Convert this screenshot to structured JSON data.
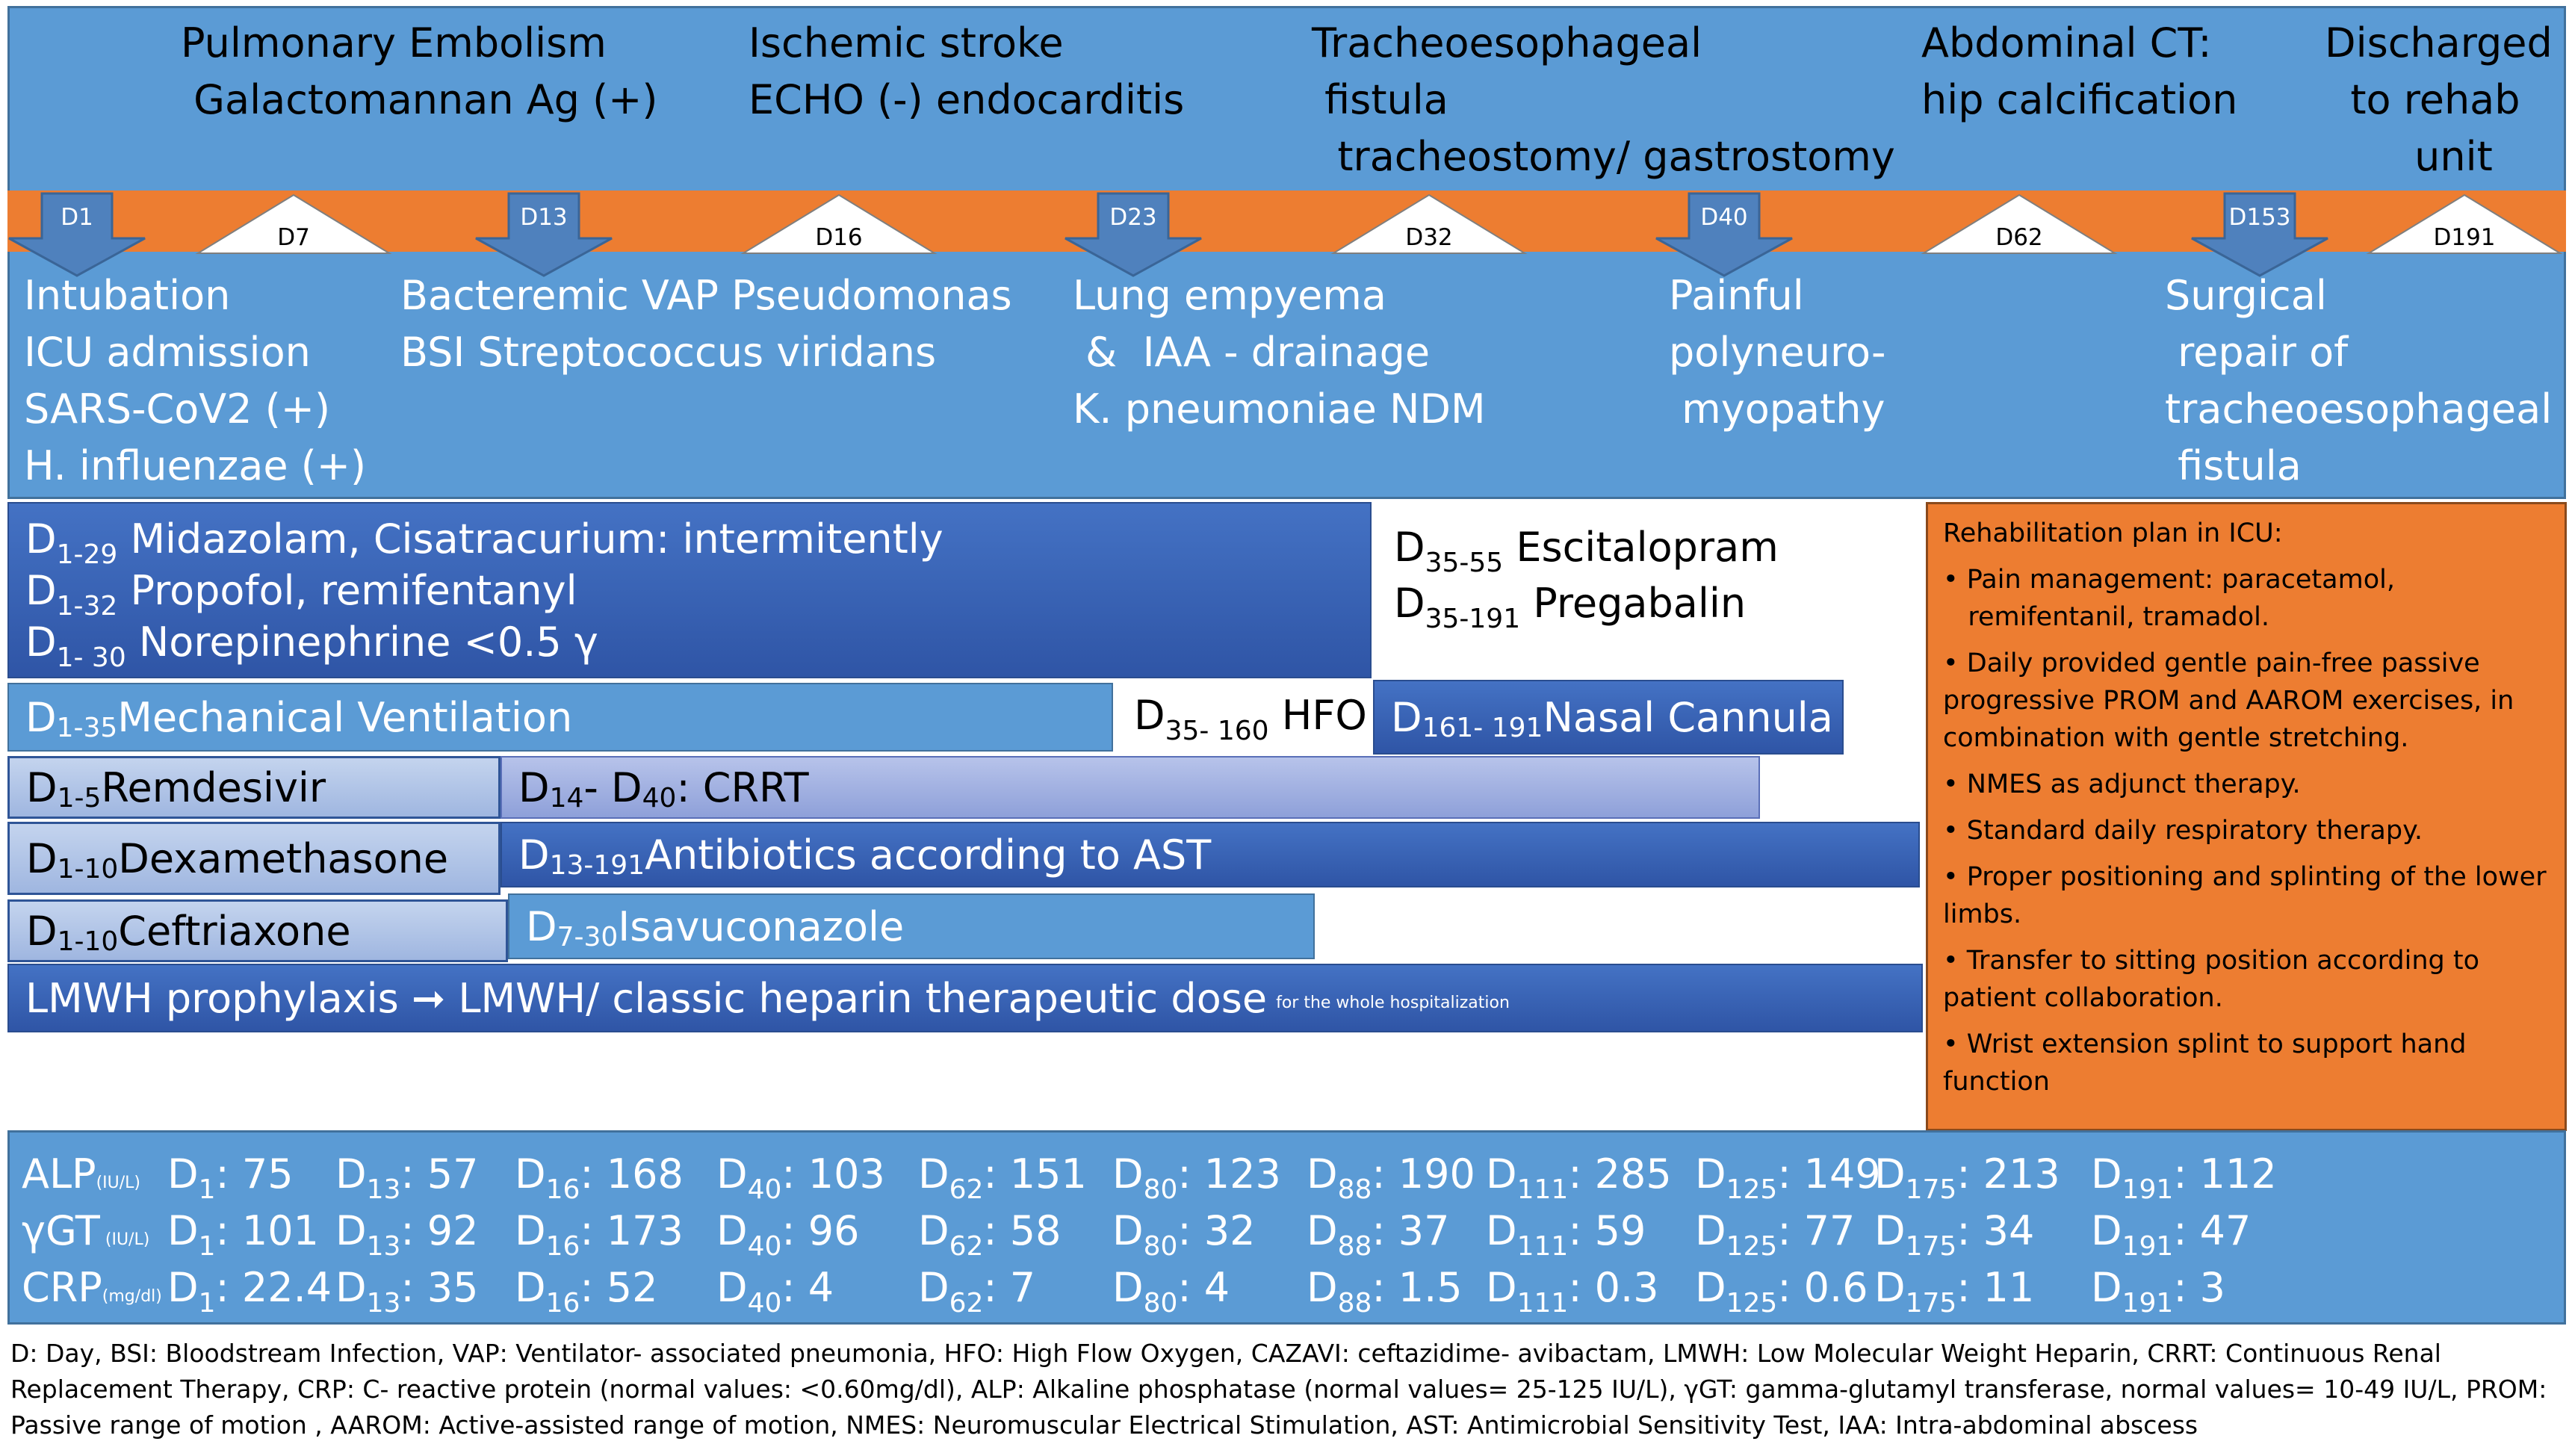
{
  "timeline": {
    "top_events": [
      {
        "text": "Pulmonary Embolism\n Galactomannan Ag (+)"
      },
      {
        "text": "Ischemic stroke\nECHO (-) endocarditis"
      },
      {
        "text": "Tracheoesophageal\n fistula\n  tracheostomy/ gastrostomy"
      },
      {
        "text": "Abdominal CT:\nhip calcification"
      },
      {
        "text": "Discharged\n  to rehab\n       unit"
      }
    ],
    "markers_down": [
      "D1",
      "D13",
      "D23",
      "D40",
      "D153"
    ],
    "markers_up": [
      "D7",
      "D16",
      "D32",
      "D62",
      "D191"
    ],
    "bottom_events": [
      {
        "text": "Intubation\nICU admission\nSARS-CoV2 (+)\nH. influenzae (+)"
      },
      {
        "text": "Bacteremic VAP Pseudomonas\nBSI Streptococcus viridans"
      },
      {
        "text": "Lung empyema\n &  IAA - drainage\nK. pneumoniae NDM"
      },
      {
        "text": "Painful\npolyneuro-\n myopathy"
      },
      {
        "text": "Surgical\n repair of\ntracheoesophageal\n fistula"
      }
    ]
  },
  "medications": [
    {
      "d": "D",
      "sub": "1-29",
      "text": " Midazolam, Cisatracurium: intermitently"
    },
    {
      "d": "D",
      "sub": "1-32",
      "text": " Propofol, remifentanyl"
    },
    {
      "d": "D",
      "sub": "1- 30",
      "text": " Norepinephrine <0.5 γ"
    },
    {
      "d": "D",
      "sub": "35-55",
      "text": " Escitalopram"
    },
    {
      "d": "D",
      "sub": "35-191",
      "text": " Pregabalin"
    },
    {
      "d": "D ",
      "sub": "1-35",
      "text": " Mechanical Ventilation"
    },
    {
      "d": "D",
      "sub": "35- 160",
      "text": " HFO"
    },
    {
      "d": "D",
      "sub": "161- 191",
      "text": " Nasal Cannula"
    },
    {
      "d": "D",
      "sub": "1-5",
      "text": "  Remdesivir"
    },
    {
      "d": "D",
      "sub": "14",
      "text": "- D",
      "sub2": "40",
      "text2": ": CRRT"
    },
    {
      "d": "D",
      "sub": "1-10",
      "text": " Dexamethasone"
    },
    {
      "d": "D",
      "sub": "13-191",
      "text": " Antibiotics according to AST"
    },
    {
      "d": "D",
      "sub": "1-10",
      "text": " Ceftriaxone"
    },
    {
      "d": "D ",
      "sub": "7-30",
      "text": " Isavuconazole"
    }
  ],
  "heparin": {
    "main": "LMWH prophylaxis ➞ LMWH/ classic heparin therapeutic dose",
    "note": "for the whole hospitalization"
  },
  "rehab": {
    "title": "Rehabilitation plan in ICU:",
    "items": [
      "• Pain management: paracetamol,\n   remifentanil, tramadol.",
      "• Daily provided gentle pain-free passive progressive PROM and AAROM exercises, in combination with gentle stretching.",
      "• NMES as adjunct  therapy.",
      "• Standard daily respiratory therapy.",
      "• Proper positioning and splinting of the lower  limbs.",
      "• Transfer to sitting position according to patient collaboration.",
      "• Wrist extension splint to support hand function"
    ]
  },
  "labs": {
    "days": [
      "1",
      "13",
      "16",
      "40",
      "62",
      "80",
      "88",
      "111",
      "125",
      "175",
      "191"
    ],
    "rows": [
      {
        "name": "ALP",
        "unit": "(IU/L)",
        "values": [
          "75",
          "57",
          "168",
          "103",
          "151",
          "123",
          "190",
          "285",
          "149",
          "213",
          "112"
        ]
      },
      {
        "name": "γGT",
        "unit": " (IU/L)",
        "values": [
          "101",
          "92",
          "173",
          "96",
          "58",
          "32",
          "37",
          "59",
          "77",
          "34",
          "47"
        ]
      },
      {
        "name": "CRP",
        "unit": "(mg/dl)",
        "values": [
          "22.4",
          "35",
          "52",
          "4",
          "7",
          "4",
          "1.5",
          "0.3",
          "0.6",
          "11",
          "3"
        ]
      }
    ]
  },
  "footnote": "D: Day, BSI: Bloodstream Infection, VAP: Ventilator- associated pneumonia, HFO: High Flow Oxygen, CAZAVI: ceftazidime- avibactam,  LMWH: Low Molecular Weight Heparin, CRRT: Continuous Renal Replacement Therapy, CRP: C- reactive protein (normal values: <0.60mg/dl), ALP: Alkaline phosphatase (normal values= 25-125 IU/L),  γGT: gamma-glutamyl transferase, normal values= 10-49 IU/L, PROM: Passive range of motion , AAROM: Active-assisted range of motion, NMES: Neuromuscular Electrical Stimulation, AST: Antimicrobial Sensitivity Test, IAA: Intra-abdominal abscess",
  "colors": {
    "band_blue": "#5b9bd5",
    "dark_blue": "#2f55a6",
    "orange": "#ed7d31"
  }
}
